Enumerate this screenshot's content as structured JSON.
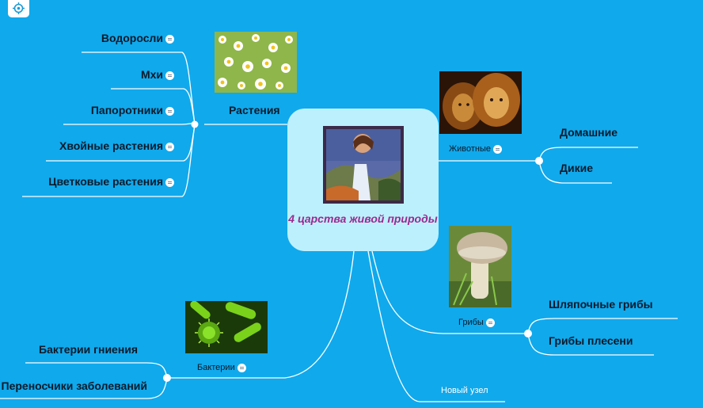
{
  "center": {
    "title": "4 царства живой природы"
  },
  "plants": {
    "label": "Растения",
    "items": [
      "Водоросли",
      "Мхи",
      "Папоротники",
      "Хвойные растения",
      "Цветковые растения"
    ]
  },
  "animals": {
    "label": "Животные",
    "items": [
      "Домашние",
      "Дикие"
    ]
  },
  "fungi": {
    "label": "Грибы",
    "items": [
      "Шляпочные грибы",
      "Грибы плесени"
    ]
  },
  "bacteria": {
    "label": "Бактерии",
    "items": [
      "Бактерии гниения",
      "Переносчики заболеваний"
    ]
  },
  "new_node": {
    "label": "Новый узел"
  },
  "colors": {
    "background": "#10a9ec",
    "center_fill": "#bdf0fd",
    "center_text": "#9b2a8f",
    "lines": "#ffffff"
  },
  "icons": [
    "target-icon",
    "attachment-icon",
    "note-icon"
  ]
}
